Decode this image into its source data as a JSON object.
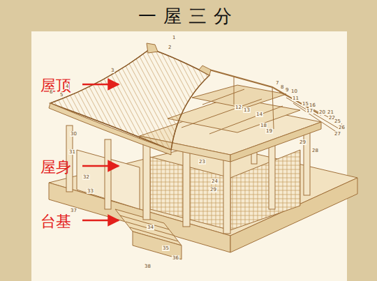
{
  "diagram": {
    "title": "一屋三分",
    "labels": [
      "屋顶",
      "屋身",
      "台基",
      "1",
      "2",
      "3",
      "4",
      "5",
      "6",
      "7",
      "8",
      "9",
      "10",
      "11",
      "12",
      "13",
      "14",
      "15",
      "16",
      "17",
      "18",
      "19",
      "20",
      "21",
      "22",
      "23",
      "24",
      "25",
      "26",
      "27",
      "28",
      "29",
      "29",
      "30",
      "31",
      "32",
      "33",
      "34",
      "35",
      "36",
      "37",
      "38"
    ]
  }
}
